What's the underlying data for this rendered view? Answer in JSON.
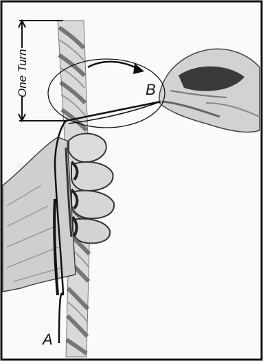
{
  "labels": {
    "measure": "One Turn",
    "point_a": "A",
    "point_b": "B"
  },
  "colors": {
    "ink": "#111111",
    "paper": "#fafafa",
    "rope_light": "#d9d9d9",
    "rope_dark": "#555555",
    "hand_shade": "#8a8a8a"
  }
}
